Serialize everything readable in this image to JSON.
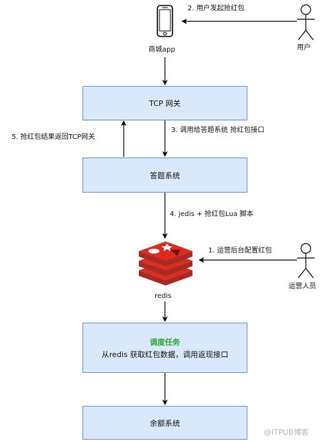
{
  "nodes": {
    "app_label": "商城app",
    "user_label": "用户",
    "operator_label": "运营人员",
    "redis_label": "redis",
    "tcp_gateway": "TCP 网关",
    "answer_system": "答题系统",
    "schedule_title": "调度任务",
    "schedule_desc": "从redis 获取红包数据，调用返现接口",
    "balance_system": "余额系统"
  },
  "edges": {
    "step1": "1.  运营后台配置红包",
    "step2": "2.  用户发起抢红包",
    "step3": "3.  调用给答题系统 抢红包接口",
    "step4": "4.  jedis + 抢红包Lua 脚本",
    "step5": "5.  抢红包结果返回TCP网关"
  },
  "watermark": "@ITPUB博客",
  "colors": {
    "box_fill": "#dae8fc",
    "box_stroke": "#6c8ebf",
    "schedule_title": "#2aa52a",
    "redis_red": "#c6302b"
  }
}
